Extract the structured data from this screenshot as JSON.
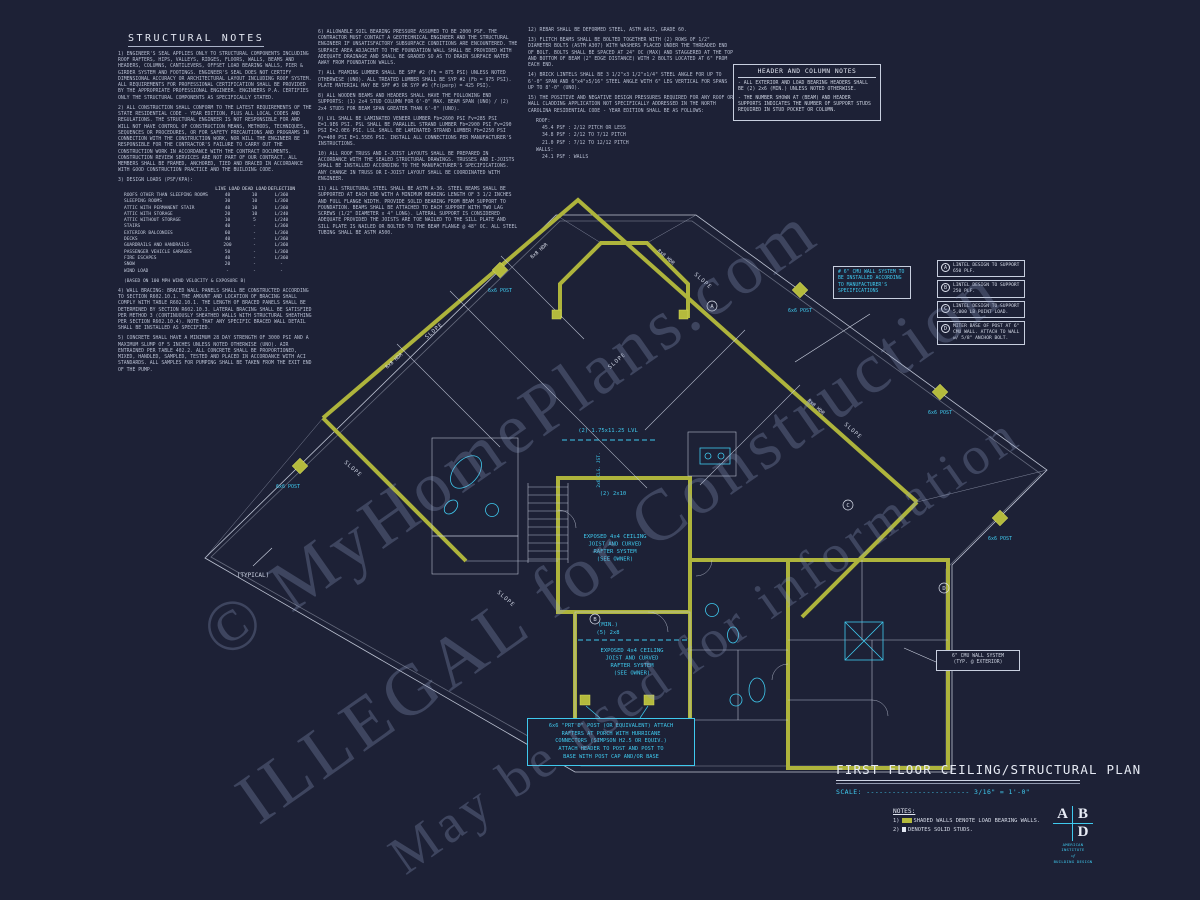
{
  "colors": {
    "background": "#1d2136",
    "line": "#d9deea",
    "cyan": "#3fc9ee",
    "yellow": "#b4ba3d",
    "watermark": "rgba(152,164,202,0.28)"
  },
  "watermark": {
    "line1": "© MyHomePlans.com",
    "line2": "ILLEGAL for Construction",
    "line3": "May be used for information"
  },
  "structural_notes": {
    "title": "STRUCTURAL NOTES",
    "col1": [
      "1) ENGINEER'S SEAL APPLIES ONLY TO STRUCTURAL COMPONENTS INCLUDING ROOF RAFTERS, HIPS, VALLEYS, RIDGES, FLOORS, WALLS, BEAMS AND HEADERS, COLUMNS, CANTILEVERS, OFFSET LOAD BEARING WALLS, PIER & GIRDER SYSTEM AND FOOTINGS. ENGINEER'S SEAL DOES NOT CERTIFY DIMENSIONAL ACCURACY OR ARCHITECTURAL LAYOUT INCLUDING ROOF SYSTEM. ALL REQUIREMENTS FOR PROFESSIONAL CERTIFICATION SHALL BE PROVIDED BY THE APPROPRIATE PROFESSIONAL ENGINEER. ENGINEERS P.A. CERTIFIES ONLY THE STRUCTURAL COMPONENTS AS SPECIFICALLY STATED.",
      "2) ALL CONSTRUCTION SHALL CONFORM TO THE LATEST REQUIREMENTS OF THE STATE RESIDENTIAL CODE - YEAR EDITION, PLUS ALL LOCAL CODES AND REGULATIONS. THE STRUCTURAL ENGINEER IS NOT RESPONSIBLE FOR AND WILL NOT HAVE CONTROL OF CONSTRUCTION MEANS, METHODS, TECHNIQUES, SEQUENCES OR PROCEDURES, OR FOR SAFETY PRECAUTIONS AND PROGRAMS IN CONNECTION WITH THE CONSTRUCTION WORK, NOR WILL THE ENGINEER BE RESPONSIBLE FOR THE CONTRACTOR'S FAILURE TO CARRY OUT THE CONSTRUCTION WORK IN ACCORDANCE WITH THE CONTRACT DOCUMENTS. CONSTRUCTION REVIEW SERVICES ARE NOT PART OF OUR CONTRACT. ALL MEMBERS SHALL BE FRAMED, ANCHORED, TIED AND BRACED IN ACCORDANCE WITH GOOD CONSTRUCTION PRACTICE AND THE BUILDING CODE.",
      "3) DESIGN LOADS (PSF/KPA):"
    ],
    "loads": {
      "headers": [
        "LIVE LOAD",
        "DEAD LOAD",
        "DEFLECTION"
      ],
      "rows": [
        [
          "ROOFS OTHER THAN SLEEPING ROOMS",
          "40",
          "10",
          "L/360"
        ],
        [
          "SLEEPING ROOMS",
          "30",
          "10",
          "L/360"
        ],
        [
          "ATTIC WITH PERMANENT STAIR",
          "40",
          "10",
          "L/360"
        ],
        [
          "ATTIC WITH STORAGE",
          "20",
          "10",
          "L/240"
        ],
        [
          "ATTIC WITHOUT STORAGE",
          "10",
          "5",
          "L/240"
        ],
        [
          "STAIRS",
          "40",
          "-",
          "L/360"
        ],
        [
          "EXTERIOR BALCONIES",
          "60",
          "-",
          "L/360"
        ],
        [
          "DECKS",
          "40",
          "-",
          "L/360"
        ],
        [
          "GUARDRAILS AND HANDRAILS",
          "200",
          "-",
          "L/360"
        ],
        [
          "PASSENGER VEHICLE GARAGES",
          "50",
          "-",
          "L/360"
        ],
        [
          "FIRE ESCAPES",
          "40",
          "-",
          "L/360"
        ],
        [
          "SNOW",
          "20",
          "-",
          "-"
        ],
        [
          "WIND LOAD",
          "-",
          "-",
          "-"
        ]
      ],
      "footer": "(BASED ON 100 MPH WIND VELOCITY & EXPOSURE B)"
    },
    "col1b": [
      "4) WALL BRACING: BRACED WALL PANELS SHALL BE CONSTRUCTED ACCORDING TO SECTION R602.10.1. THE AMOUNT AND LOCATION OF BRACING SHALL COMPLY WITH TABLE R602.10.1. THE LENGTH OF BRACED PANELS SHALL BE DETERMINED BY SECTION R602.10.3. LATERAL BRACING SHALL BE SATISFIED PER METHOD 3 (CONTINUOUSLY SHEATHED WALLS WITH STRUCTURAL SHEATHING PER SECTION R602.10.4). NOTE THAT ANY SPECIFIC BRACED WALL DETAIL SHALL BE INSTALLED AS SPECIFIED.",
      "5) CONCRETE SHALL HAVE A MINIMUM 28 DAY STRENGTH OF 3000 PSI AND A MAXIMUM SLUMP OF 5 INCHES UNLESS NOTED OTHERWISE (UNO). AIR ENTRAINED PER TABLE 402.2. ALL CONCRETE SHALL BE PROPORTIONED, MIXED, HANDLED, SAMPLED, TESTED AND PLACED IN ACCORDANCE WITH ACI STANDARDS. ALL SAMPLES FOR PUMPING SHALL BE TAKEN FROM THE EXIT END OF THE PUMP."
    ],
    "col2": [
      "6) ALLOWABLE SOIL BEARING PRESSURE ASSUMED TO BE 2000 PSF. THE CONTRACTOR MUST CONTACT A GEOTECHNICAL ENGINEER AND THE STRUCTURAL ENGINEER IF UNSATISFACTORY SUBSURFACE CONDITIONS ARE ENCOUNTERED. THE SURFACE AREA ADJACENT TO THE FOUNDATION WALL SHALL BE PROVIDED WITH ADEQUATE DRAINAGE AND SHALL BE GRADED SO AS TO DRAIN SURFACE WATER AWAY FROM FOUNDATION WALLS.",
      "7) ALL FRAMING LUMBER SHALL BE SPF #2 (Fb = 875 PSI) UNLESS NOTED OTHERWISE (UNO). ALL TREATED LUMBER SHALL BE SYP #2 (Fb = 975 PSI). PLATE MATERIAL MAY BE SPF #3 OR SYP #3 (Fc(perp) = 425 PSI).",
      "8) ALL WOODEN BEAMS AND HEADERS SHALL HAVE THE FOLLOWING END SUPPORTS: (1) 2x4 STUD COLUMN FOR 6'-0\" MAX. BEAM SPAN (UNO) / (2) 2x4 STUDS FOR BEAM SPAN GREATER THAN 6'-0\" (UNO).",
      "9) LVL SHALL BE LAMINATED VENEER LUMBER Fb=2600 PSI Fv=285 PSI E=1.9E6 PSI. PSL SHALL BE PARALLEL STRAND LUMBER Fb=2900 PSI Fv=290 PSI E=2.0E6 PSI. LSL SHALL BE LAMINATED STRAND LUMBER Fb=2250 PSI Fv=400 PSI E=1.55E6 PSI. INSTALL ALL CONNECTIONS PER MANUFACTURER'S INSTRUCTIONS.",
      "10) ALL ROOF TRUSS AND I-JOIST LAYOUTS SHALL BE PREPARED IN ACCORDANCE WITH THE SEALED STRUCTURAL DRAWINGS. TRUSSES AND I-JOISTS SHALL BE INSTALLED ACCORDING TO THE MANUFACTURER'S SPECIFICATIONS. ANY CHANGE IN TRUSS OR I-JOIST LAYOUT SHALL BE COORDINATED WITH ENGINEER.",
      "11) ALL STRUCTURAL STEEL SHALL BE ASTM A-36. STEEL BEAMS SHALL BE SUPPORTED AT EACH END WITH A MINIMUM BEARING LENGTH OF 3 1/2 INCHES AND FULL FLANGE WIDTH. PROVIDE SOLID BEARING FROM BEAM SUPPORT TO FOUNDATION. BEAMS SHALL BE ATTACHED TO EACH SUPPORT WITH TWO LAG SCREWS (1/2\" DIAMETER x 4\" LONG). LATERAL SUPPORT IS CONSIDERED ADEQUATE PROVIDED THE JOISTS ARE TOE NAILED TO THE SILL PLATE AND SILL PLATE IS NAILED OR BOLTED TO THE BEAM FLANGE @ 48\" OC. ALL STEEL TUBING SHALL BE ASTM A500."
    ],
    "col3": [
      "12) REBAR SHALL BE DEFORMED STEEL, ASTM A615, GRADE 60.",
      "13) FLITCH BEAMS SHALL BE BOLTED TOGETHER WITH (2) ROWS OF 1/2\" DIAMETER BOLTS (ASTM A307) WITH WASHERS PLACED UNDER THE THREADED END OF BOLT. BOLTS SHALL BE SPACED AT 24\" OC (MAX) AND STAGGERED AT THE TOP AND BOTTOM OF BEAM (2\" EDGE DISTANCE) WITH 2 BOLTS LOCATED AT 6\" FROM EACH END.",
      "14) BRICK LINTELS SHALL BE 3 1/2\"x3 1/2\"x1/4\" STEEL ANGLE FOR UP TO 6'-0\" SPAN AND 6\"x4\"x5/16\" STEEL ANGLE WITH 6\" LEG VERTICAL FOR SPANS UP TO 8'-0\" (UNO).",
      "15) THE POSITIVE AND NEGATIVE DESIGN PRESSURES REQUIRED FOR ANY ROOF OR WALL CLADDING APPLICATION NOT SPECIFICALLY ADDRESSED IN THE NORTH CAROLINA RESIDENTIAL CODE - YEAR EDITION SHALL BE AS FOLLOWS:"
    ],
    "pressures": [
      "ROOF:",
      "45.4 PSF : 2/12 PITCH OR LESS",
      "34.8 PSF : 2/12 TO 7/12 PITCH",
      "21.0 PSF : 7/12 TO 12/12 PITCH",
      "WALLS:",
      "24.1 PSF : WALLS"
    ]
  },
  "header_notes": {
    "title": "HEADER AND COLUMN NOTES",
    "items": [
      "- ALL EXTERIOR AND LOAD BEARING HEADERS SHALL BE (2) 2x6 (MIN.) UNLESS NOTED OTHERWISE.",
      "- THE NUMBER SHOWN AT (BEAM) AND HEADER SUPPORTS INDICATES THE NUMBER OF SUPPORT STUDS REQUIRED IN STUD POCKET OR COLUMN."
    ]
  },
  "legend": {
    "items": [
      {
        "key": "A",
        "text": "LINTEL DESIGN TO SUPPORT 650 PLF."
      },
      {
        "key": "B",
        "text": "LINTEL DESIGN TO SUPPORT 250 PLF."
      },
      {
        "key": "C",
        "text": "LINTEL DESIGN TO SUPPORT 5,000 LB POINT LOAD."
      },
      {
        "key": "D",
        "text": "MITER BASE OF POST AT 6\" CMU WALL. ATTACH TO WALL w/ 5/8\" ANCHOR BOLT."
      }
    ]
  },
  "cmu_install_note": "# 6\" CMU WALL SYSTEM TO BE INSTALLED ACCORDING TO MANUFACTURER'S SPECIFICATIONS",
  "cmu_typ_note": {
    "line1": "6\" CMU WALL SYSTEM",
    "line2": "(TYP. @ EXTERIOR)"
  },
  "plan": {
    "slope": "SLOPE",
    "post": "6x6 POST",
    "hdr": "8x8 HDR",
    "typical": "(TYPICAL)",
    "lvl_beam": "(2) 1.75x11.25 LVL",
    "beam_2x10": "(2) 2x10",
    "clg_jst": "2x6 CLG. JST.",
    "min": "(MIN.)",
    "beam_5_2x8": "(5) 2x8",
    "exposed_ceiling": [
      "EXPOSED 4x4 CEILING",
      "JOIST AND CURVED",
      "RAFTER SYSTEM",
      "(SEE OWNER)"
    ],
    "markers": {
      "a": "A",
      "b": "B",
      "c": "C",
      "d": "D"
    },
    "porch_post_note": [
      "6x6 \"PRT'D\" POST (OR EQUIVALENT) ATTACH",
      "RAFTERS AT PORCH WITH HURRICANE",
      "CONNECTORS (SIMPSON H2.5 OR EQUIV.)",
      "ATTACH HEADER TO POST AND POST TO",
      "BASE WITH POST CAP AND/OR BASE"
    ]
  },
  "title_block": {
    "title": "FIRST FLOOR CEILING/STRUCTURAL PLAN",
    "scale": "SCALE: ------------------------ 3/16\" = 1'-0\""
  },
  "footnotes": {
    "heading": "NOTES:",
    "note1_prefix": "1)",
    "note1_text": "SHADED WALLS DENOTE LOAD BEARING WALLS.",
    "note2_prefix": "2)",
    "note2_text": "DENOTES SOLID STUDS."
  },
  "logo": {
    "letters": [
      "A",
      "B",
      "D"
    ],
    "caption_line1": "AMERICAN INSTITUTE",
    "caption_line2": "of",
    "caption_line3": "BUILDING DESIGN"
  }
}
